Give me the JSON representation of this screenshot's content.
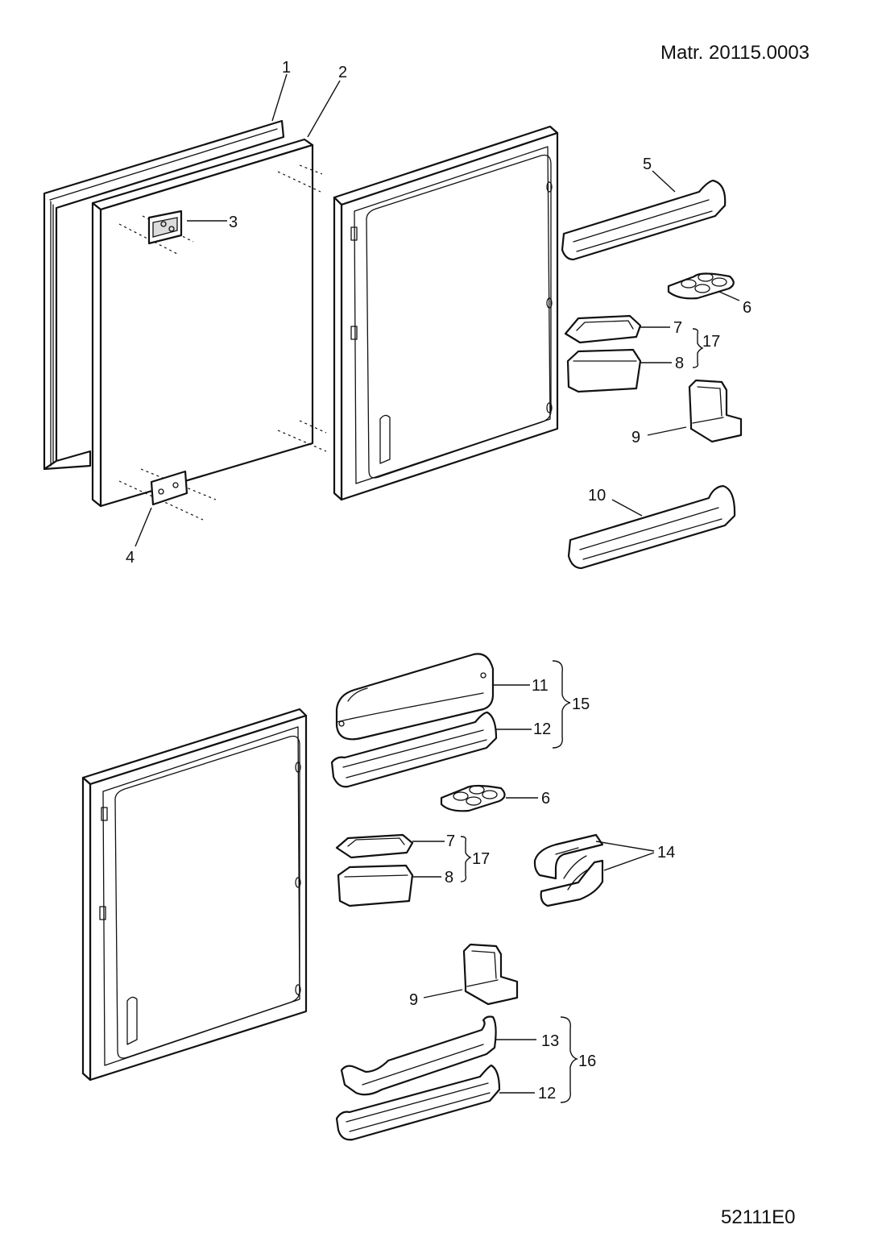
{
  "header": {
    "material_number": "Matr. 20115.0003"
  },
  "footer": {
    "drawing_code": "52111E0"
  },
  "callouts": {
    "c1": "1",
    "c2": "2",
    "c3": "3",
    "c4": "4",
    "c5": "5",
    "c6a": "6",
    "c7a": "7",
    "c8a": "8",
    "c17a": "17",
    "c9a": "9",
    "c10": "10",
    "c11": "11",
    "c12a": "12",
    "c15": "15",
    "c6b": "6",
    "c7b": "7",
    "c8b": "8",
    "c17b": "17",
    "c14": "14",
    "c9b": "9",
    "c13": "13",
    "c12b": "12",
    "c16": "16"
  }
}
